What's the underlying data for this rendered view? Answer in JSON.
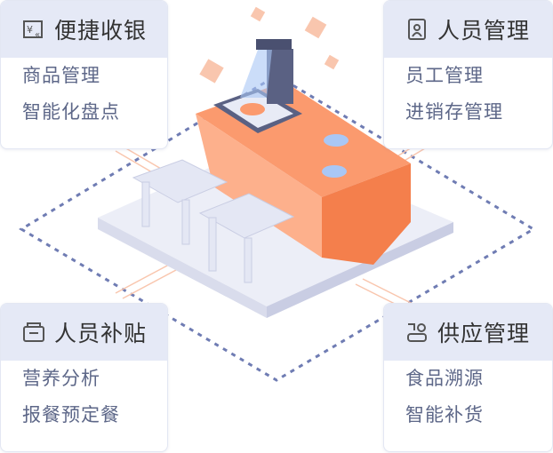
{
  "cards": [
    {
      "title": "便捷收银",
      "icon": "cashier-icon",
      "items": [
        "商品管理",
        "智能化盘点"
      ]
    },
    {
      "title": "人员管理",
      "icon": "person-badge-icon",
      "items": [
        "员工管理",
        "进销存管理"
      ]
    },
    {
      "title": "人员补贴",
      "icon": "wallet-icon",
      "items": [
        "营养分析",
        "报餐预定餐"
      ]
    },
    {
      "title": "供应管理",
      "icon": "supply-icon",
      "items": [
        "食品溯源",
        "智能补货"
      ]
    }
  ],
  "colors": {
    "accent": "#fa8a5c",
    "header_bg": "#e5e9f6",
    "item_text": "#5d6788",
    "dash": "#6f7cb3"
  }
}
